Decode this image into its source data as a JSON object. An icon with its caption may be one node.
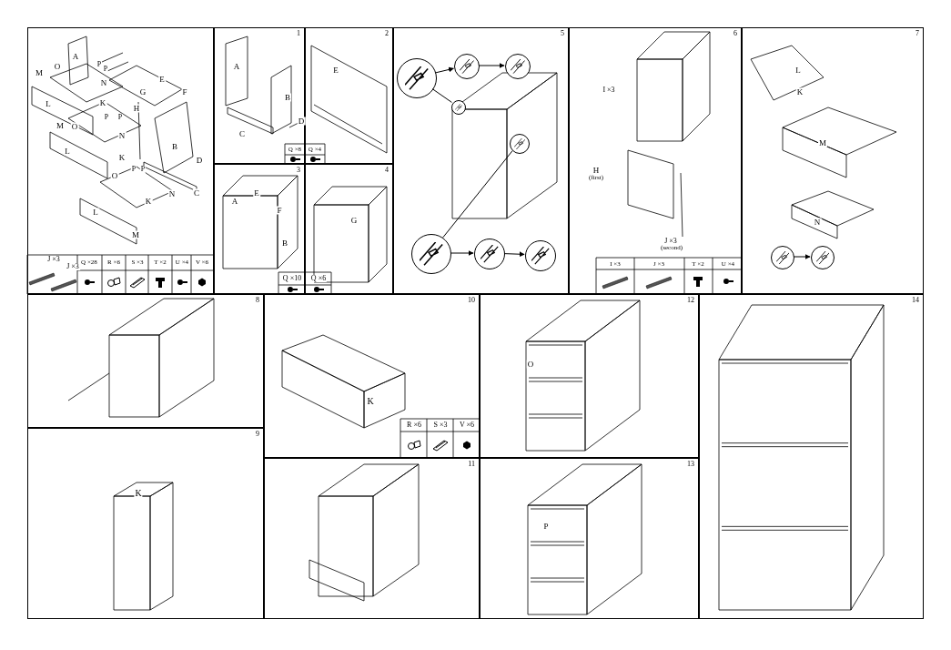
{
  "diagram": {
    "nodes": [
      {
        "text": [],
        "shape": "box"
      },
      {
        "text": [
          "1"
        ]
      },
      {
        "text": [
          "2"
        ]
      },
      {
        "text": [
          "3"
        ]
      },
      {
        "text": [
          "4"
        ]
      },
      {
        "text": [
          "5"
        ]
      },
      {
        "text": [],
        "shape": "circle",
        "in": 5
      },
      {
        "text": [],
        "shape": "circle",
        "in": 5
      },
      {
        "text": [],
        "shape": "circle",
        "in": 5
      },
      {
        "text": [],
        "shape": "circle",
        "in": 5
      },
      {
        "text": [],
        "shape": "circle",
        "in": 5
      },
      {
        "text": [],
        "shape": "circle",
        "in": 5
      },
      {
        "text": [],
        "shape": "circle",
        "in": 5
      },
      {
        "text": [],
        "shape": "circle",
        "in": 5
      },
      {
        "text": [
          "6"
        ]
      },
      {
        "text": [
          "7"
        ]
      },
      {
        "text": [
          "8"
        ]
      },
      {
        "text": [
          "9"
        ]
      },
      {
        "text": [
          "10"
        ]
      },
      {
        "text": [
          "11"
        ]
      },
      {
        "text": [
          "12"
        ]
      },
      {
        "text": [
          "13"
        ]
      },
      {
        "text": [
          "14"
        ]
      },
      {
        "text": [],
        "shape": "circle",
        "in": 15
      },
      {
        "text": [],
        "shape": "circle",
        "in": 15
      }
    ],
    "edges": [
      {
        "from": 9,
        "to": 6,
        "arrow": "none"
      },
      {
        "from": 6,
        "to": 7,
        "arrow": "to"
      },
      {
        "from": 7,
        "to": 8,
        "arrow": "to"
      },
      {
        "from": 10,
        "to": 11,
        "arrow": "none"
      },
      {
        "from": 11,
        "to": 12,
        "arrow": "to"
      },
      {
        "from": 12,
        "to": 13,
        "arrow": "to"
      },
      {
        "from": 23,
        "to": 24,
        "arrow": "to"
      }
    ],
    "labels": [
      "A",
      "O",
      "P",
      "P",
      "M",
      "N",
      "E",
      "G",
      "F",
      "L",
      "K",
      "H",
      "O",
      "P",
      "P",
      "M",
      "N",
      "B",
      "L",
      "K",
      "D",
      "P",
      "P",
      "O",
      "N",
      "C",
      "K",
      "L",
      "M",
      "J ×3",
      "J ×3",
      "Q ×28",
      "R ×6",
      "S ×3",
      "T ×2",
      "U ×4",
      "V ×6",
      "A",
      "B",
      "D",
      "C",
      "Q ×8",
      "Q ×4",
      "E",
      "A",
      "E",
      "F",
      "B",
      "Q ×10",
      "Q ×6",
      "G",
      "I ×3",
      "H",
      "(first)",
      "J ×3",
      "(second)",
      "I ×3",
      "J ×3",
      "T ×2",
      "U ×4",
      "L",
      "K",
      "M",
      "N",
      "K",
      "K",
      "R ×6",
      "S ×3",
      "V ×6",
      "O",
      "P"
    ]
  }
}
